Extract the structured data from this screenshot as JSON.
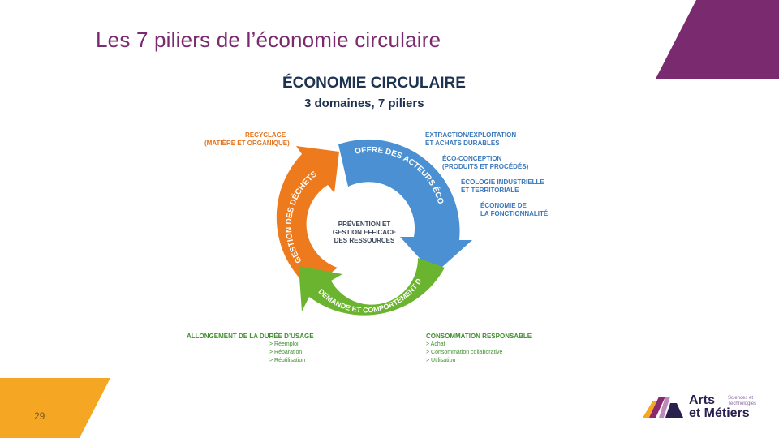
{
  "slide": {
    "title": "Les 7 piliers de l’économie circulaire",
    "page_number": "29"
  },
  "colors": {
    "accent_purple": "#7a2a6e",
    "accent_yellow": "#f5a623",
    "blue": "#4a90d2",
    "orange": "#ee7a1e",
    "green": "#6ab42f"
  },
  "diagram": {
    "heading": "ÉCONOMIE CIRCULAIRE",
    "subheading": "3 domaines, 7 piliers",
    "arc_labels": {
      "blue": "OFFRE DES ACTEURS ÉCONOMIQUES",
      "orange": "GESTION DES DÉCHETS",
      "green": "DEMANDE ET COMPORTEMENT DES CONSOMMATEURS"
    },
    "center": [
      "PRÉVENTION ET",
      "GESTION EFFICACE",
      "DES RESSOURCES"
    ],
    "recycling": [
      "RECYCLAGE",
      "(MATIÈRE ET ORGANIQUE)"
    ],
    "blue_pillars": [
      [
        "EXTRACTION/EXPLOITATION",
        "ET ACHATS DURABLES"
      ],
      [
        "ÉCO-CONCEPTION",
        "(PRODUITS ET PROCÉDÉS)"
      ],
      [
        "ÉCOLOGIE INDUSTRIELLE",
        "ET TERRITORIALE"
      ],
      [
        "ÉCONOMIE DE",
        "LA FONCTIONNALITÉ"
      ]
    ],
    "left_bottom": {
      "title": "ALLONGEMENT DE LA DURÉE D’USAGE",
      "items": [
        "> Réemploi",
        "> Réparation",
        "> Réutilisation"
      ]
    },
    "right_bottom": {
      "title": "CONSOMMATION RESPONSABLE",
      "items": [
        "> Achat",
        "> Consommation collaborative",
        "> Utilisation"
      ]
    }
  },
  "logo": {
    "line1": "Arts",
    "line2": "et Métiers",
    "small1": "Sciences et",
    "small2": "Technologies",
    "icon": "am-logo-icon"
  }
}
